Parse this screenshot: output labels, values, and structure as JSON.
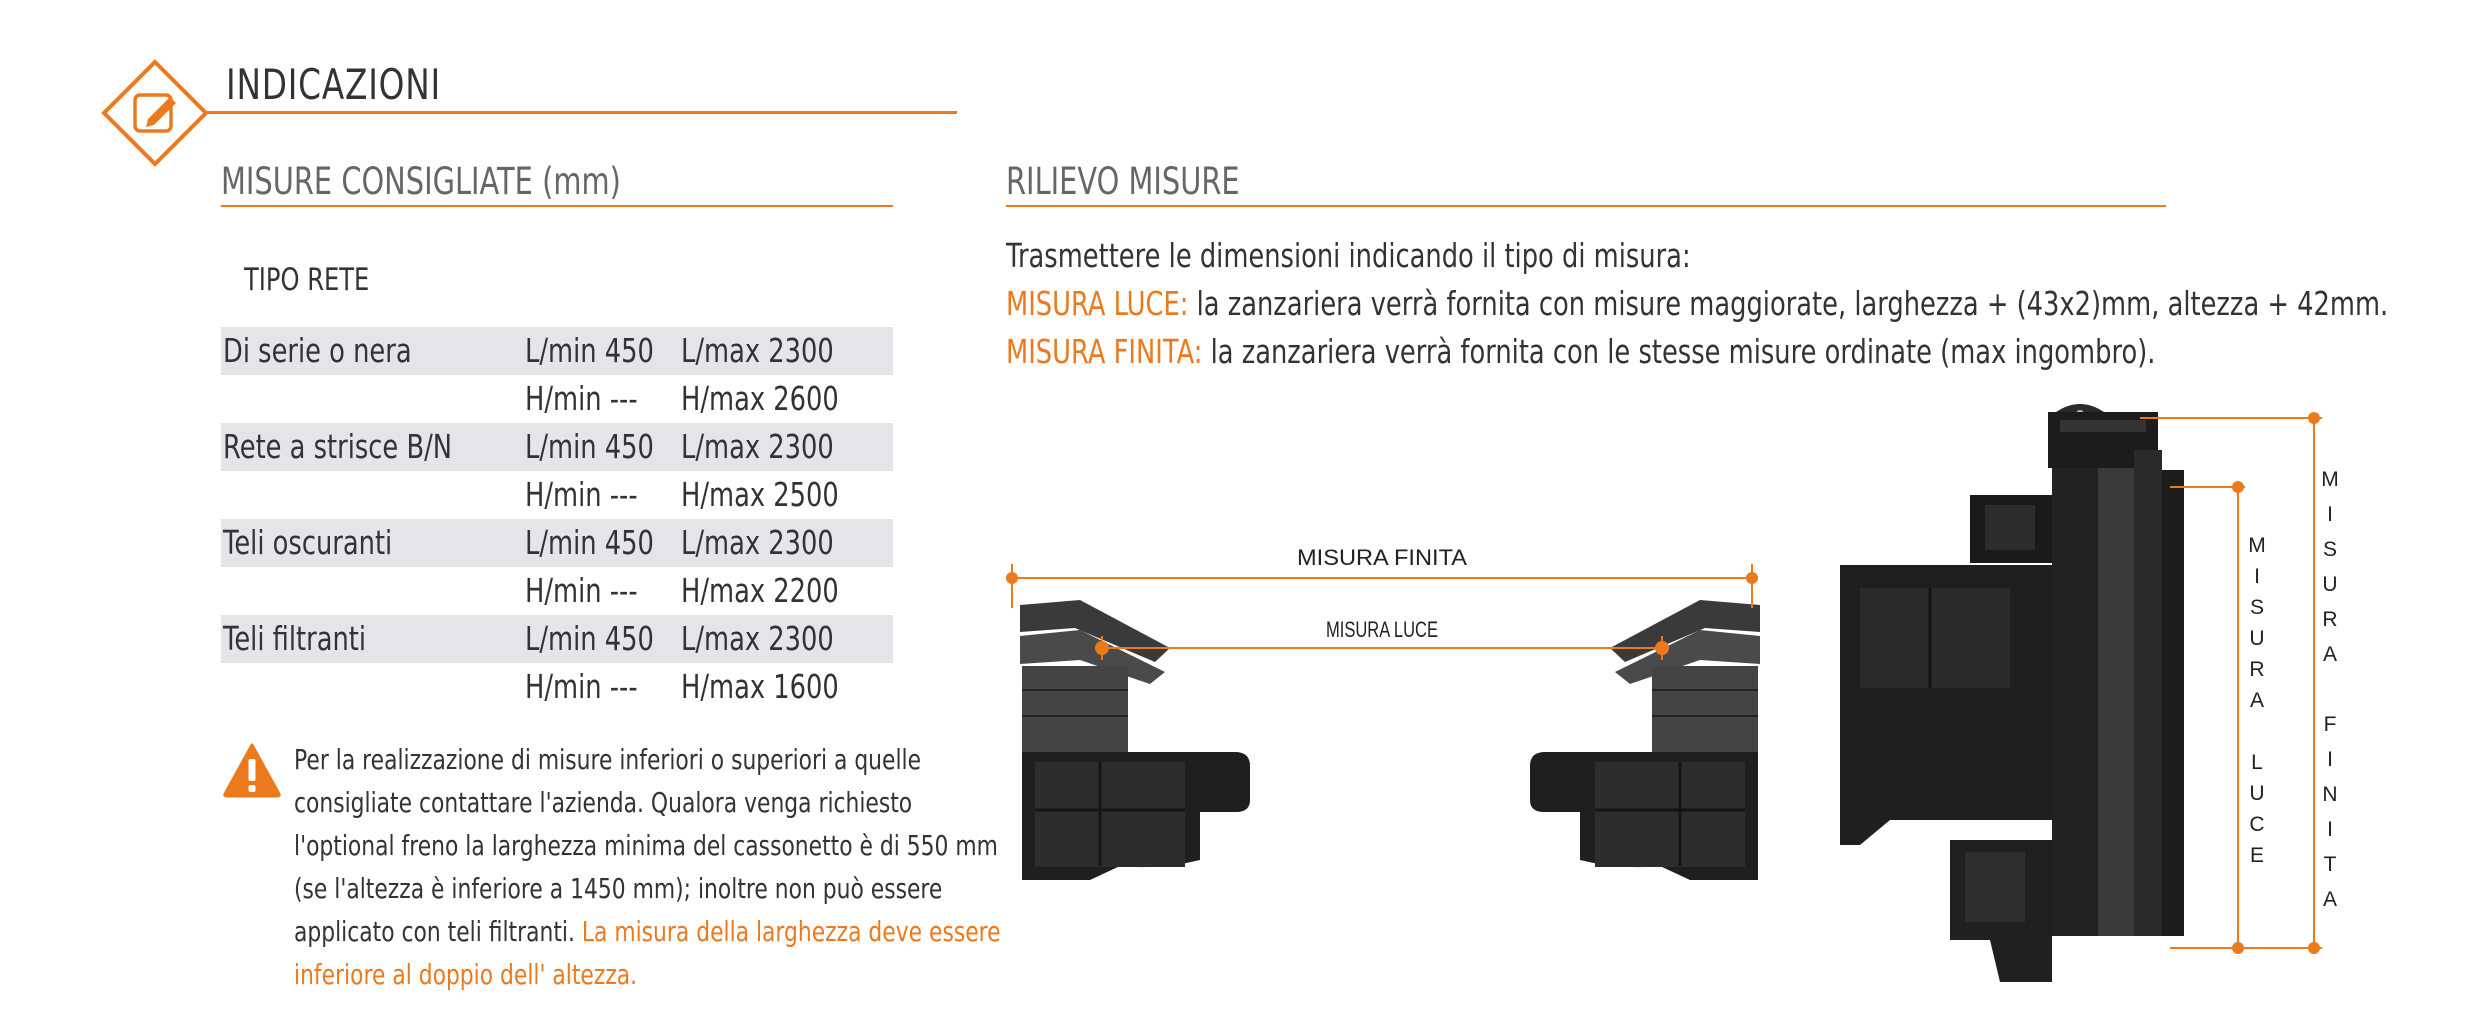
{
  "header": {
    "title": "INDICAZIONI",
    "icon": "edit-pencil-icon"
  },
  "recommended": {
    "title": "MISURE CONSIGLIATE (mm)",
    "type_label": "TIPO RETE",
    "rows": [
      {
        "name": "Di serie o nera",
        "min": "L/min 450",
        "max": "L/max 2300",
        "shaded": true
      },
      {
        "name": "",
        "min": "H/min  ---",
        "max": "H/max 2600",
        "shaded": false
      },
      {
        "name": "Rete a strisce B/N",
        "min": "L/min 450",
        "max": "L/max 2300",
        "shaded": true
      },
      {
        "name": "",
        "min": "H/min  ---",
        "max": "H/max 2500",
        "shaded": false
      },
      {
        "name": "Teli oscuranti",
        "min": "L/min 450",
        "max": "L/max 2300",
        "shaded": true
      },
      {
        "name": "",
        "min": "H/min  ---",
        "max": "H/max 2200",
        "shaded": false
      },
      {
        "name": "Teli filtranti",
        "min": "L/min 450",
        "max": "L/max 2300",
        "shaded": true
      },
      {
        "name": "",
        "min": "H/min  ---",
        "max": "H/max 1600",
        "shaded": false
      }
    ]
  },
  "note": {
    "icon": "warning-icon",
    "lines": [
      "Per la realizzazione di misure inferiori o superiori a quelle",
      "consigliate contattare l'azienda. Qualora venga richiesto",
      "l'optional freno la larghezza minima del cassonetto è di 550 mm",
      "(se l'altezza è inferiore a 1450 mm); inoltre non può essere"
    ],
    "line5_plain": "applicato con teli filtranti. ",
    "line5_highlight": "La misura della larghezza deve essere",
    "line6_highlight": "inferiore al doppio dell' altezza."
  },
  "survey": {
    "title": "RILIEVO MISURE",
    "intro": "Trasmettere le dimensioni indicando il tipo di misura:",
    "luce_label": "MISURA LUCE:",
    "luce_text": " la zanzariera verrà fornita con misure maggiorate, larghezza + (43x2)mm, altezza + 42mm.",
    "finita_label": "MISURA FINITA:",
    "finita_text": " la zanzariera verrà fornita con le stesse misure ordinate (max ingombro)."
  },
  "diagram": {
    "finita_label": "MISURA FINITA",
    "luce_label": "MISURA LUCE",
    "vertical_luce": "MISURA LUCE",
    "vertical_finita": "MISURA FINITA"
  },
  "colors": {
    "accent": "#ec7a1c",
    "row_shade": "#e4e4e9",
    "text": "#333333",
    "profile": "#2a2a2a"
  }
}
